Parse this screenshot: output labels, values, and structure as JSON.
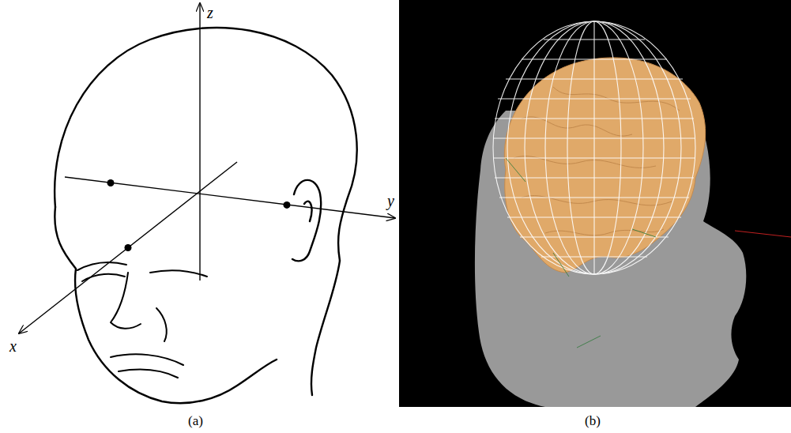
{
  "diagram": {
    "labels": [
      "z",
      "y",
      "x",
      "(a)",
      "(b)"
    ]
  }
}
